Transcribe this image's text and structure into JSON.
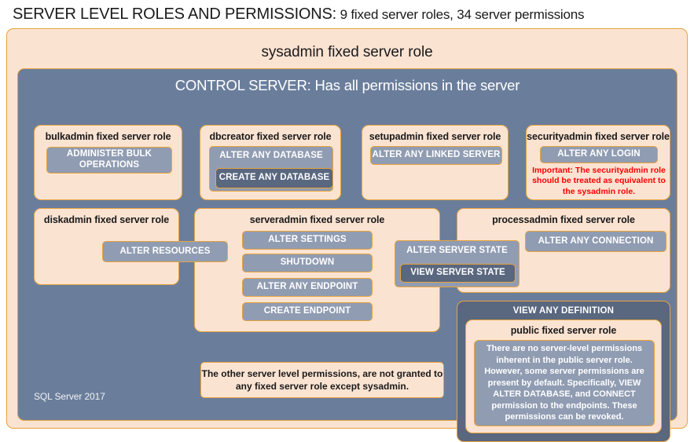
{
  "title": {
    "main": "SERVER LEVEL ROLES AND PERMISSIONS:",
    "sub": " 9 fixed server roles, 34 server permissions"
  },
  "sysadmin": {
    "label": "sysadmin fixed server role"
  },
  "control_server": {
    "header": "CONTROL SERVER: Has all permissions in the server"
  },
  "footer": {
    "label": "SQL Server 2017"
  },
  "roles": {
    "bulkadmin": {
      "title": "bulkadmin fixed server role",
      "permissions": [
        "ADMINISTER  BULK OPERATIONS"
      ]
    },
    "dbcreator": {
      "title": "dbcreator fixed server role",
      "permissions": [
        "ALTER ANY DATABASE",
        "CREATE ANY DATABASE"
      ]
    },
    "setupadmin": {
      "title": "setupadmin fixed server role",
      "permissions": [
        "ALTER ANY LINKED SERVER"
      ]
    },
    "securityadmin": {
      "title": "securityadmin fixed server role",
      "permissions": [
        "ALTER ANY LOGIN"
      ],
      "warning": "Important: The securityadmin role should be treated as equivalent to the sysadmin role."
    },
    "diskadmin": {
      "title": "diskadmin fixed server role",
      "permissions": [
        "ALTER RESOURCES"
      ]
    },
    "serveradmin": {
      "title": "serveradmin fixed server role",
      "permissions": [
        "ALTER SETTINGS",
        "SHUTDOWN",
        "ALTER ANY ENDPOINT",
        "CREATE ENDPOINT",
        "ALTER SERVER STATE",
        "VIEW SERVER STATE"
      ]
    },
    "processadmin": {
      "title": "processadmin fixed server role",
      "permissions": [
        "ALTER ANY CONNECTION"
      ]
    },
    "public": {
      "outer_header": "VIEW ANY DEFINITION",
      "title": "public fixed server role",
      "description": "There are no server-level permissions inherent in the public server role. However, some server permissions are present by default. Specifically, VIEW ALTER DATABASE, and CONNECT permission to the endpoints. These permissions can be revoked."
    }
  },
  "notes": {
    "other_permissions": "The other server level permissions,  are not granted to any fixed server role except sysadmin."
  },
  "colors": {
    "peach_fill": "#FBE3D2",
    "orange_border": "#E8A33D",
    "slate_fill": "#6A7E9C",
    "permission_fill": "#909CB2",
    "permission_dark_fill": "#59677F",
    "warning_text": "#FF0000"
  }
}
